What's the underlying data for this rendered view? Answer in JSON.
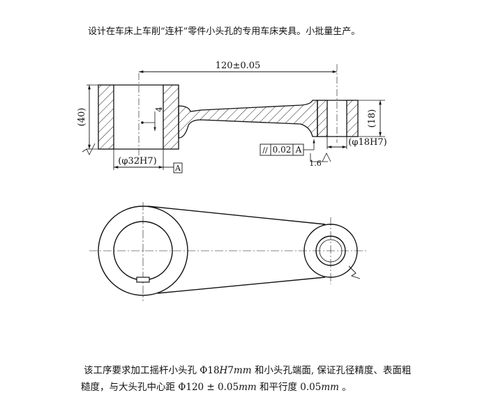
{
  "task_title": "设计在车床上车削“连杆”零件小头孔的专用车床夹具。小批量生产。",
  "dimensions": {
    "center_distance": "120±0.05",
    "big_end_height": "(40)",
    "small_end_height": "(18)",
    "big_bore": "(φ32H7)",
    "small_bore": "(φ18H7)",
    "depth_mark": "4",
    "roughness": "1.6",
    "datum_label": "A"
  },
  "tolerance_frame": {
    "symbol": "//",
    "value": "0.02",
    "datum": "A"
  },
  "requirement": {
    "line1_a": "该工序要求加工摇杆小头孔 ",
    "line1_b": "Φ18",
    "line1_c": "H",
    "line1_d": "7",
    "line1_e": "mm",
    "line1_f": " 和小头孔端面, 保证孔径精度、表面粗",
    "line2_a": "糙度，与大头孔中心距 ",
    "line2_b": "Φ120 ± 0.05",
    "line2_c": "mm",
    "line2_d": " 和平行度 ",
    "line2_e": "0.05",
    "line2_f": "mm",
    "line2_g": " 。"
  }
}
